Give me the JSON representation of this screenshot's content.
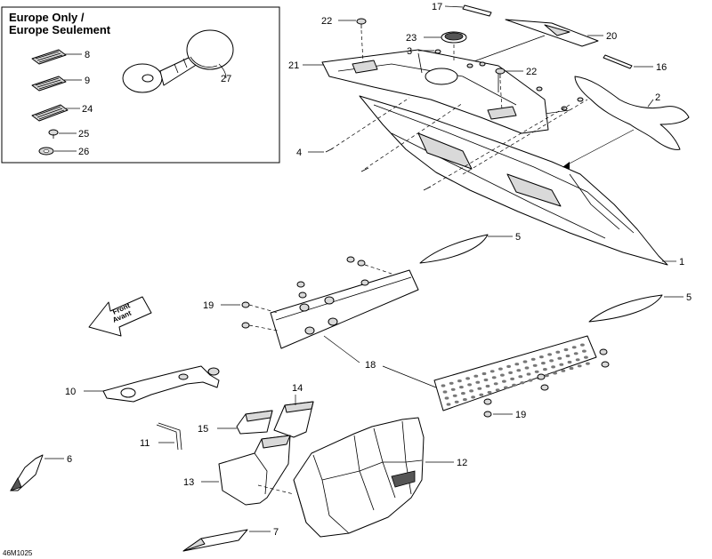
{
  "inset": {
    "title_line1": "Europe Only /",
    "title_line2": "Europe Seulement"
  },
  "callouts": {
    "c1": "1",
    "c2": "2",
    "c3": "3",
    "c4": "4",
    "c5a": "5",
    "c5b": "5",
    "c6": "6",
    "c7": "7",
    "c8": "8",
    "c9": "9",
    "c10": "10",
    "c11": "11",
    "c12": "12",
    "c13": "13",
    "c14": "14",
    "c15": "15",
    "c16": "16",
    "c17": "17",
    "c18": "18",
    "c19a": "19",
    "c19b": "19",
    "c20": "20",
    "c21": "21",
    "c22a": "22",
    "c22b": "22",
    "c23": "23",
    "c24": "24",
    "c25": "25",
    "c26": "26",
    "c27": "27"
  },
  "front_arrow": {
    "line1": "Front",
    "line2": "Avant"
  },
  "drawing_code": "46M1025"
}
